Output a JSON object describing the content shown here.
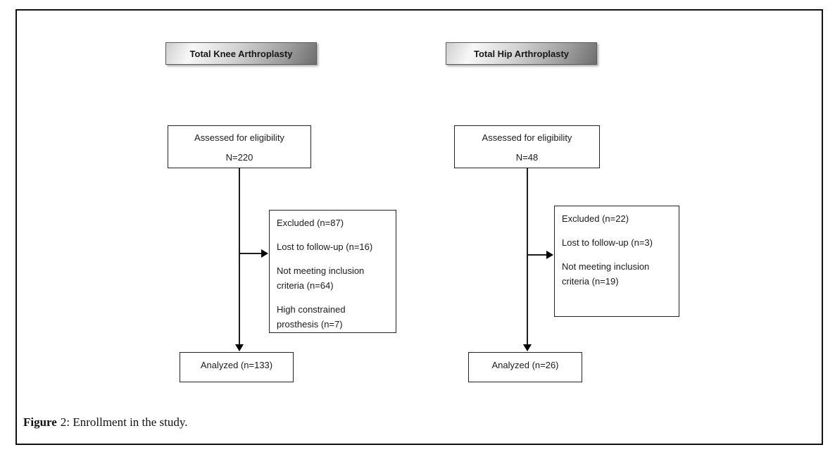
{
  "figure_caption": {
    "bold": "Figure",
    "rest": "2: Enrollment in the study."
  },
  "columns": [
    {
      "header": "Total Knee Arthroplasty",
      "assessed": {
        "line1": "Assessed for eligibility",
        "n": "N=220"
      },
      "excluded": [
        "Excluded (n=87)",
        "Lost to follow-up (n=16)",
        "Not meeting inclusion criteria (n=64)",
        "High constrained prosthesis (n=7)"
      ],
      "analyzed": "Analyzed (n=133)"
    },
    {
      "header": "Total Hip Arthroplasty",
      "assessed": {
        "line1": "Assessed for eligibility",
        "n": "N=48"
      },
      "excluded": [
        "Excluded (n=22)",
        "Lost to follow-up (n=3)",
        "Not meeting inclusion criteria (n=19)"
      ],
      "analyzed": "Analyzed (n=26)"
    }
  ],
  "colors": {
    "box_border": "#222222",
    "header_gradient_light": "#f7f7f7",
    "header_gradient_dark": "#6e6e6e",
    "line": "#1c1c1c"
  }
}
